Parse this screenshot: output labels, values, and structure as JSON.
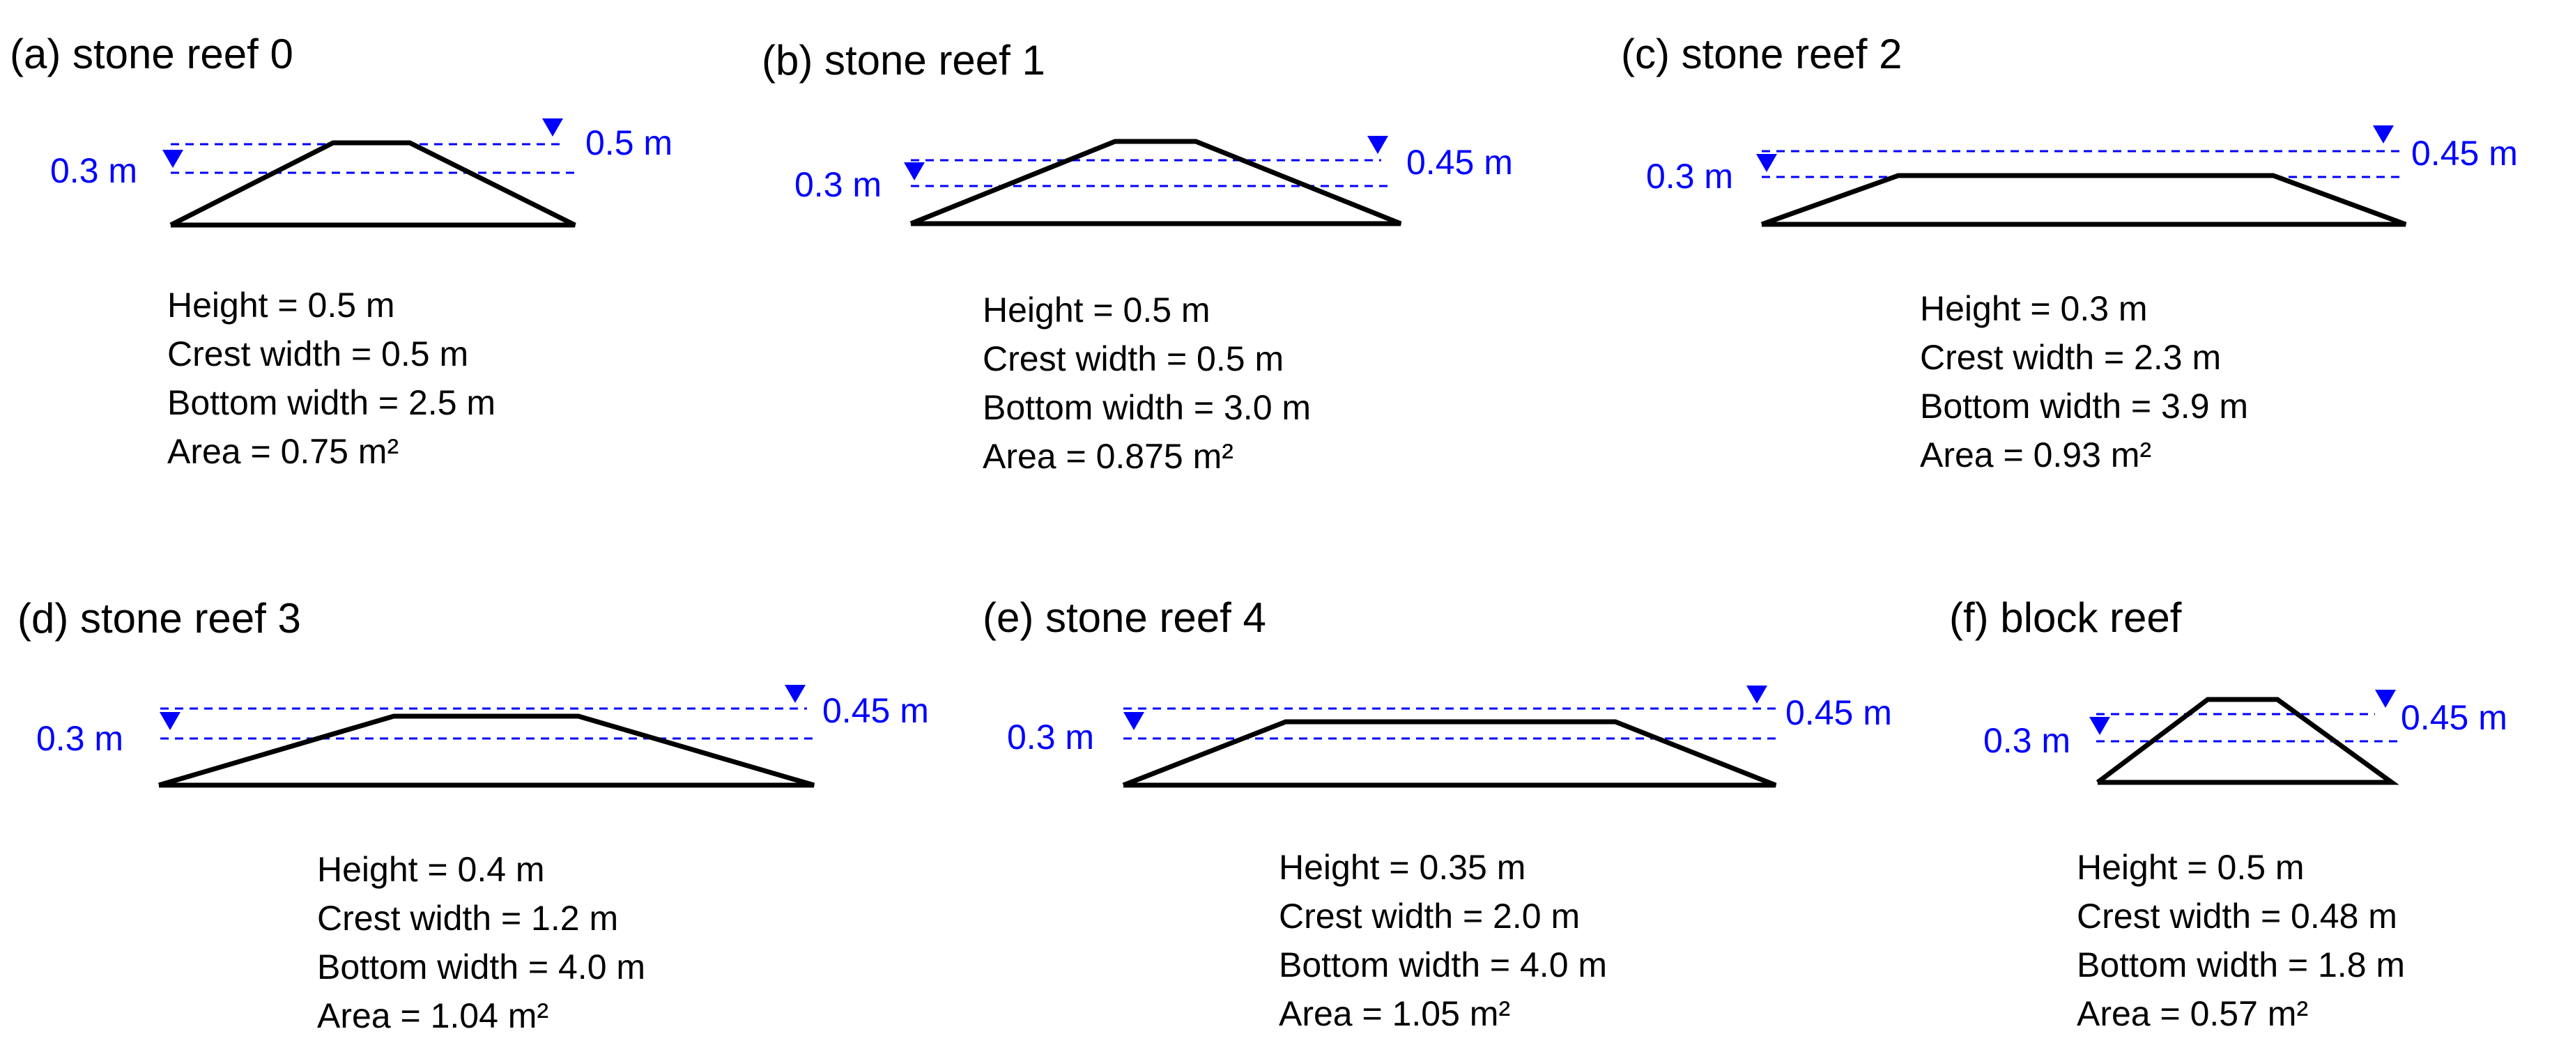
{
  "colors": {
    "water_level": "#0000ff",
    "reef_outline": "#000000",
    "text": "#000000"
  },
  "marker_icon": "inverted-triangle-water-level-icon",
  "panels": [
    {
      "title": "(a) stone reef 0",
      "low_level_label": "0.3 m",
      "high_level_label": "0.5 m",
      "specs": [
        "Height = 0.5 m",
        "Crest width = 0.5 m",
        "Bottom width = 2.5 m",
        "Area = 0.75 m²"
      ]
    },
    {
      "title": "(b) stone reef 1",
      "low_level_label": "0.3 m",
      "high_level_label": "0.45 m",
      "specs": [
        "Height = 0.5 m",
        "Crest width = 0.5 m",
        "Bottom width = 3.0 m",
        "Area = 0.875 m²"
      ]
    },
    {
      "title": "(c) stone reef 2",
      "low_level_label": "0.3 m",
      "high_level_label": "0.45 m",
      "specs": [
        "Height = 0.3 m",
        "Crest width = 2.3 m",
        "Bottom width = 3.9 m",
        "Area = 0.93 m²"
      ]
    },
    {
      "title": "(d) stone reef 3",
      "low_level_label": "0.3 m",
      "high_level_label": "0.45 m",
      "specs": [
        "Height = 0.4 m",
        "Crest width = 1.2 m",
        "Bottom width = 4.0 m",
        "Area = 1.04 m²"
      ]
    },
    {
      "title": "(e) stone reef 4",
      "low_level_label": "0.3 m",
      "high_level_label": "0.45 m",
      "specs": [
        "Height = 0.35 m",
        "Crest width = 2.0 m",
        "Bottom width = 4.0 m",
        "Area = 1.05 m²"
      ]
    },
    {
      "title": "(f) block reef",
      "low_level_label": "0.3 m",
      "high_level_label": "0.45 m",
      "specs": [
        "Height = 0.5 m",
        "Crest width = 0.48 m",
        "Bottom width = 1.8 m",
        "Area = 0.57 m²"
      ]
    }
  ]
}
